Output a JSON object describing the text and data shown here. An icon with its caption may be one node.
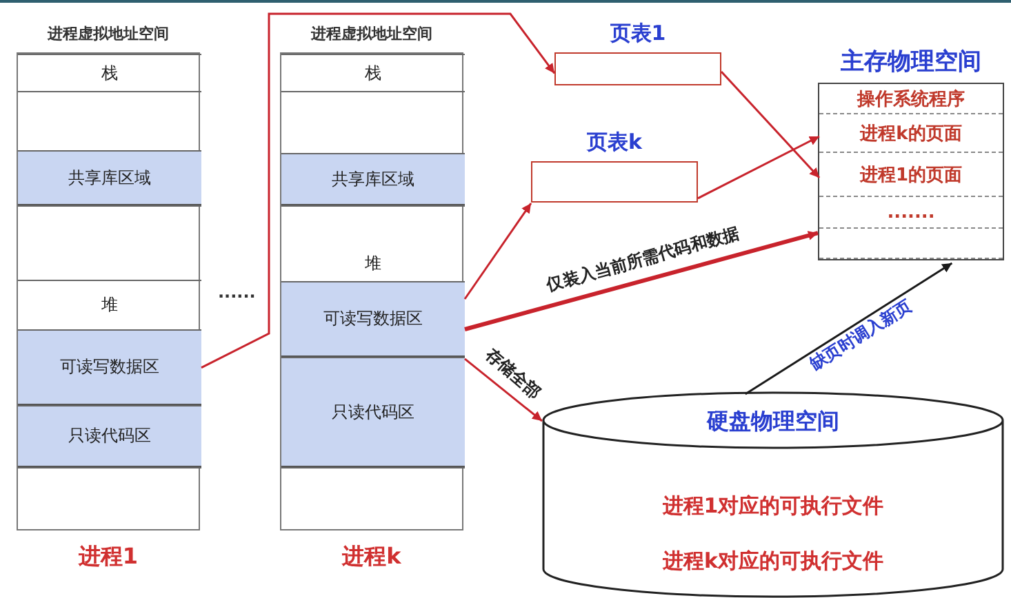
{
  "diagram": {
    "nodes": [
      {
        "text": [
          "进程虚拟地址空间"
        ],
        "beside": [
          "进程1"
        ]
      },
      {
        "text": [
          "栈"
        ],
        "in": 0
      },
      {
        "text": [],
        "shape": "box",
        "in": 0
      },
      {
        "text": [
          "共享库区域"
        ],
        "in": 0
      },
      {
        "text": [],
        "shape": "box",
        "in": 0
      },
      {
        "text": [
          "堆"
        ],
        "in": 0
      },
      {
        "text": [
          "可读写数据区"
        ],
        "in": 0
      },
      {
        "text": [
          "只读代码区"
        ],
        "in": 0
      },
      {
        "text": [],
        "shape": "box",
        "in": 0
      },
      {
        "text": [
          "进程虚拟地址空间"
        ],
        "beside": [
          "进程k"
        ]
      },
      {
        "text": [
          "栈"
        ],
        "in": 9
      },
      {
        "text": [],
        "shape": "box",
        "in": 9
      },
      {
        "text": [
          "共享库区域"
        ],
        "in": 9
      },
      {
        "text": [
          "堆"
        ],
        "in": 9
      },
      {
        "text": [
          "可读写数据区"
        ],
        "in": 9
      },
      {
        "text": [
          "只读代码区"
        ],
        "in": 9
      },
      {
        "text": [],
        "shape": "box",
        "in": 9
      },
      {
        "text": [
          "页表1"
        ]
      },
      {
        "text": [
          "页表k"
        ]
      },
      {
        "text": [
          "主存物理空间"
        ]
      },
      {
        "text": [
          "操作系统程序"
        ],
        "in": 19
      },
      {
        "text": [
          "进程k的页面"
        ],
        "in": 19
      },
      {
        "text": [
          "进程1的页面"
        ],
        "in": 19
      },
      {
        "text": [
          "......."
        ],
        "in": 19
      },
      {
        "text": [],
        "shape": "box",
        "in": 19
      },
      {
        "text": [
          "硬盘物理空间",
          "进程1对应的可执行文件",
          "进程k对应的可执行文件"
        ]
      }
    ],
    "edges": [
      {
        "from": 6,
        "to": 17,
        "arrow": "to"
      },
      {
        "from": 17,
        "to": 22,
        "arrow": "to"
      },
      {
        "from": 14,
        "to": 18,
        "arrow": "to"
      },
      {
        "from": 18,
        "to": 21,
        "arrow": "to"
      },
      {
        "from": 14,
        "to": 19,
        "arrow": "to",
        "label": "仅装入当前所需代码和数据",
        "style": "thick"
      },
      {
        "from": 14,
        "to": 25,
        "arrow": "to",
        "label": "存储全部"
      },
      {
        "from": 25,
        "to": 19,
        "arrow": "to",
        "label": "缺页时调入新页",
        "color": "#1a1a1a"
      }
    ],
    "labels": [
      "......"
    ]
  }
}
